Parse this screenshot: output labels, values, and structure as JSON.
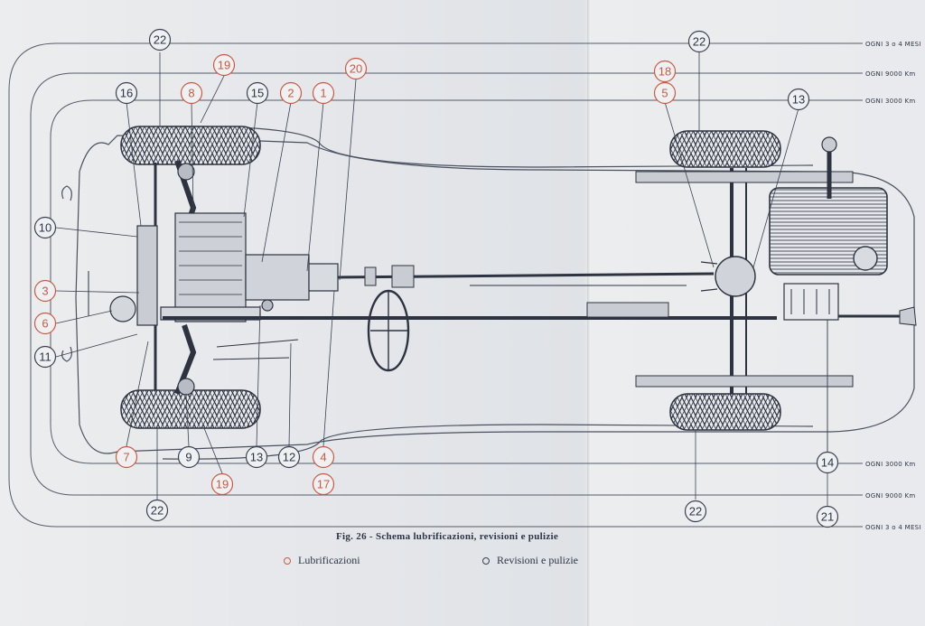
{
  "figure": {
    "caption": "Fig. 26 - Schema lubrificazioni, revisioni e pulizie"
  },
  "legend": {
    "lubrication_label": "Lubrificazioni",
    "inspection_label": "Revisioni e pulizie"
  },
  "colors": {
    "lubrication": "#c85a43",
    "inspection": "#3a4150",
    "paper": "#e6e8eb"
  },
  "intervals": {
    "months": "OGNI 3 o 4 MESI",
    "km_9000": "OGNI 9000 Km",
    "km_3000": "OGNI 3000 Km"
  },
  "callouts": {
    "c22_top_left": "22",
    "c19_top": "19",
    "c8": "8",
    "c16": "16",
    "c15": "15",
    "c2": "2",
    "c1": "1",
    "c20": "20",
    "c10": "10",
    "c3": "3",
    "c6": "6",
    "c11": "11",
    "c7": "7",
    "c9": "9",
    "c19_bottom": "19",
    "c13_bottom": "13",
    "c12": "12",
    "c4": "4",
    "c17": "17",
    "c22_bottom_left": "22",
    "c22_top_right": "22",
    "c18": "18",
    "c5": "5",
    "c13_top_right": "13",
    "c14": "14",
    "c22_bottom_right": "22",
    "c21": "21"
  }
}
